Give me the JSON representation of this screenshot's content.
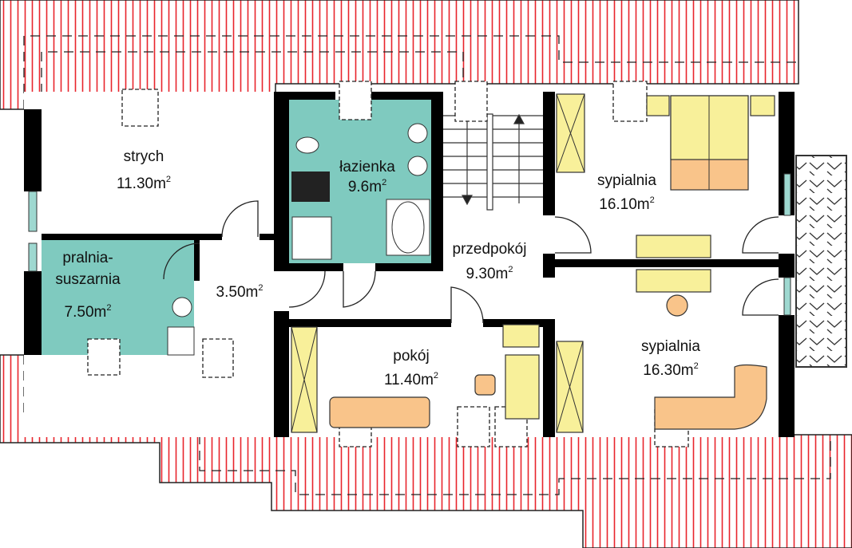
{
  "colors": {
    "roof": "#e8242c",
    "wet_room": "#7fcabf",
    "furniture": "#f8f09a",
    "bed": "#f9c48a",
    "wall": "#000000"
  },
  "area_unit": "m",
  "area_exp": "2",
  "rooms": {
    "strych": {
      "name": "strych",
      "area": "11.30"
    },
    "lazienka": {
      "name": "łazienka",
      "area": "9.6"
    },
    "sypialnia1": {
      "name": "sypialnia",
      "area": "16.10"
    },
    "przedpokoj": {
      "name": "przedpokój",
      "area": "9.30"
    },
    "pralnia": {
      "name_line1": "pralnia-",
      "name_line2": "suszarnia",
      "area": "7.50"
    },
    "korytarz": {
      "area": "3.50"
    },
    "pokoj": {
      "name": "pokój",
      "area": "11.40"
    },
    "sypialnia2": {
      "name": "sypialnia",
      "area": "16.30"
    }
  }
}
